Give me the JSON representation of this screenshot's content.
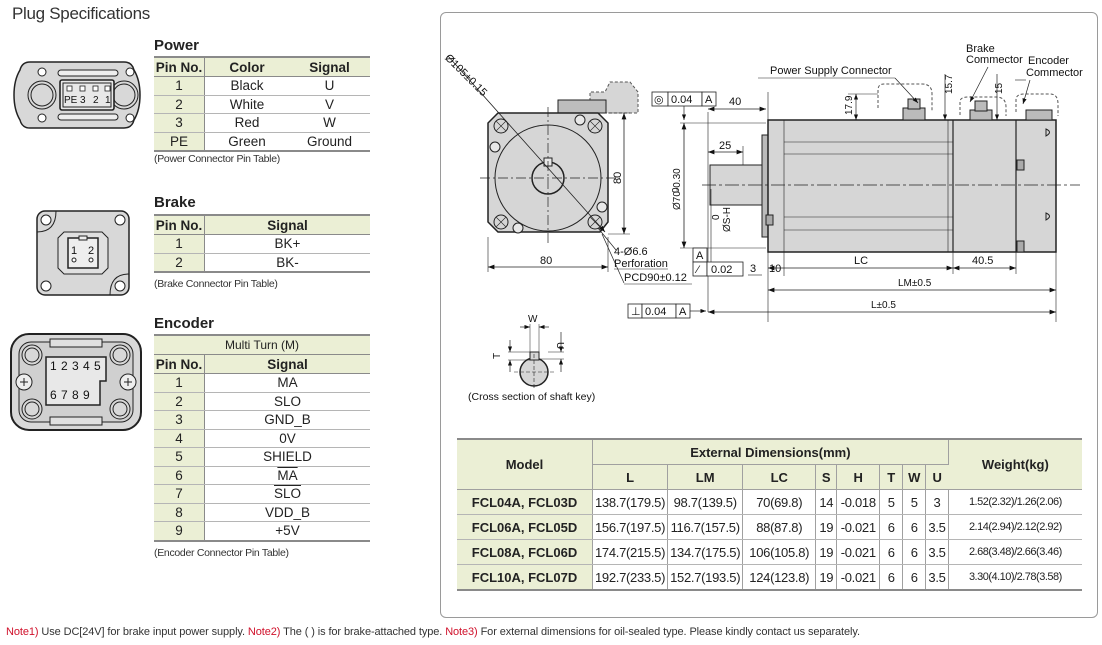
{
  "page_title": "Plug Specifications",
  "power": {
    "title": "Power",
    "headers": [
      "Pin No.",
      "Color",
      "Signal"
    ],
    "rows": [
      [
        "1",
        "Black",
        "U"
      ],
      [
        "2",
        "White",
        "V"
      ],
      [
        "3",
        "Red",
        "W"
      ],
      [
        "PE",
        "Green",
        "Ground"
      ]
    ],
    "caption": "(Power Connector Pin Table)",
    "connector_labels": [
      "PE",
      "3",
      "2",
      "1"
    ]
  },
  "brake": {
    "title": "Brake",
    "headers": [
      "Pin No.",
      "Signal"
    ],
    "rows": [
      [
        "1",
        "BK+"
      ],
      [
        "2",
        "BK-"
      ]
    ],
    "caption": "(Brake Connector Pin Table)",
    "connector_labels": [
      "1",
      "2"
    ]
  },
  "encoder": {
    "title": "Encoder",
    "group_header": "Multi Turn (M)",
    "headers": [
      "Pin No.",
      "Signal"
    ],
    "rows": [
      [
        "1",
        "MA"
      ],
      [
        "2",
        "SLO"
      ],
      [
        "3",
        "GND_B"
      ],
      [
        "4",
        "0V"
      ],
      [
        "5",
        "SHIELD"
      ],
      [
        "6",
        "MA"
      ],
      [
        "7",
        "SLO"
      ],
      [
        "8",
        "VDD_B"
      ],
      [
        "9",
        "+5V"
      ]
    ],
    "overlined_rows": [
      5,
      6
    ],
    "caption": "(Encoder Connector Pin Table)",
    "connector_labels_top": [
      "1",
      "2",
      "3",
      "4",
      "5"
    ],
    "connector_labels_bottom": [
      "6",
      "7",
      "8",
      "9"
    ]
  },
  "drawing": {
    "front_view": {
      "diameter": "Ø105±0.15",
      "width": "80",
      "height": "80",
      "holes": "4-Ø6.6",
      "holes_note": "Perforation",
      "pcd": "PCD90±0.12"
    },
    "side_view": {
      "power_connector": "Power Supply Connector",
      "brake_connector": "Brake Commector",
      "encoder_connector": "Encoder Commector",
      "concentricity": {
        "symbol": "◎",
        "value": "0.04",
        "datum": "A"
      },
      "runout": {
        "symbol": "⁄",
        "value": "0.02",
        "datum": "A"
      },
      "perpendicularity": {
        "symbol": "⊥",
        "value": "0.04",
        "datum": "A"
      },
      "shaft_length": "40",
      "key_length": "25",
      "flange_diameter": "Ø70-0.30",
      "flange_tol_top": "0",
      "shaft_diameter": "ØS-H",
      "shaft_tol_top": "0",
      "dim_3": "3",
      "dim_10": "10",
      "dim_lc": "LC",
      "dim_40_5": "40.5",
      "dim_lm": "LM±0.5",
      "dim_l": "L±0.5",
      "dim_17_9": "17.9",
      "dim_15_7": "15.7",
      "dim_15": "15",
      "datum_label": "A"
    },
    "shaft_key": {
      "caption": "(Cross section of shaft key)",
      "labels": [
        "W",
        "T",
        "U"
      ]
    }
  },
  "dimensions_table": {
    "model_header": "Model",
    "group_header": "External Dimensions(mm)",
    "weight_header": "Weight(kg)",
    "columns": [
      "L",
      "LM",
      "LC",
      "S",
      "H",
      "T",
      "W",
      "U"
    ],
    "rows": [
      {
        "model": "FCL04A, FCL03D",
        "values": [
          "138.7(179.5)",
          "98.7(139.5)",
          "70(69.8)",
          "14",
          "-0.018",
          "5",
          "5",
          "3"
        ],
        "weight": "1.52(2.32)/1.26(2.06)"
      },
      {
        "model": "FCL06A, FCL05D",
        "values": [
          "156.7(197.5)",
          "116.7(157.5)",
          "88(87.8)",
          "19",
          "-0.021",
          "6",
          "6",
          "3.5"
        ],
        "weight": "2.14(2.94)/2.12(2.92)"
      },
      {
        "model": "FCL08A, FCL06D",
        "values": [
          "174.7(215.5)",
          "134.7(175.5)",
          "106(105.8)",
          "19",
          "-0.021",
          "6",
          "6",
          "3.5"
        ],
        "weight": "2.68(3.48)/2.66(3.46)"
      },
      {
        "model": "FCL10A, FCL07D",
        "values": [
          "192.7(233.5)",
          "152.7(193.5)",
          "124(123.8)",
          "19",
          "-0.021",
          "6",
          "6",
          "3.5"
        ],
        "weight": "3.30(4.10)/2.78(3.58)"
      }
    ]
  },
  "notes": [
    {
      "tag": "Note1)",
      "text": " Use DC[24V] for brake input power supply. "
    },
    {
      "tag": "Note2)",
      "text": " The ( ) is for brake-attached type.  "
    },
    {
      "tag": "Note3)",
      "text": " For external dimensions for oil-sealed type. Please kindly contact us separately."
    }
  ],
  "colors": {
    "header_bg": "#ebefd5",
    "note_tag": "#d0112b",
    "motor_body": "#d4d4d4"
  }
}
